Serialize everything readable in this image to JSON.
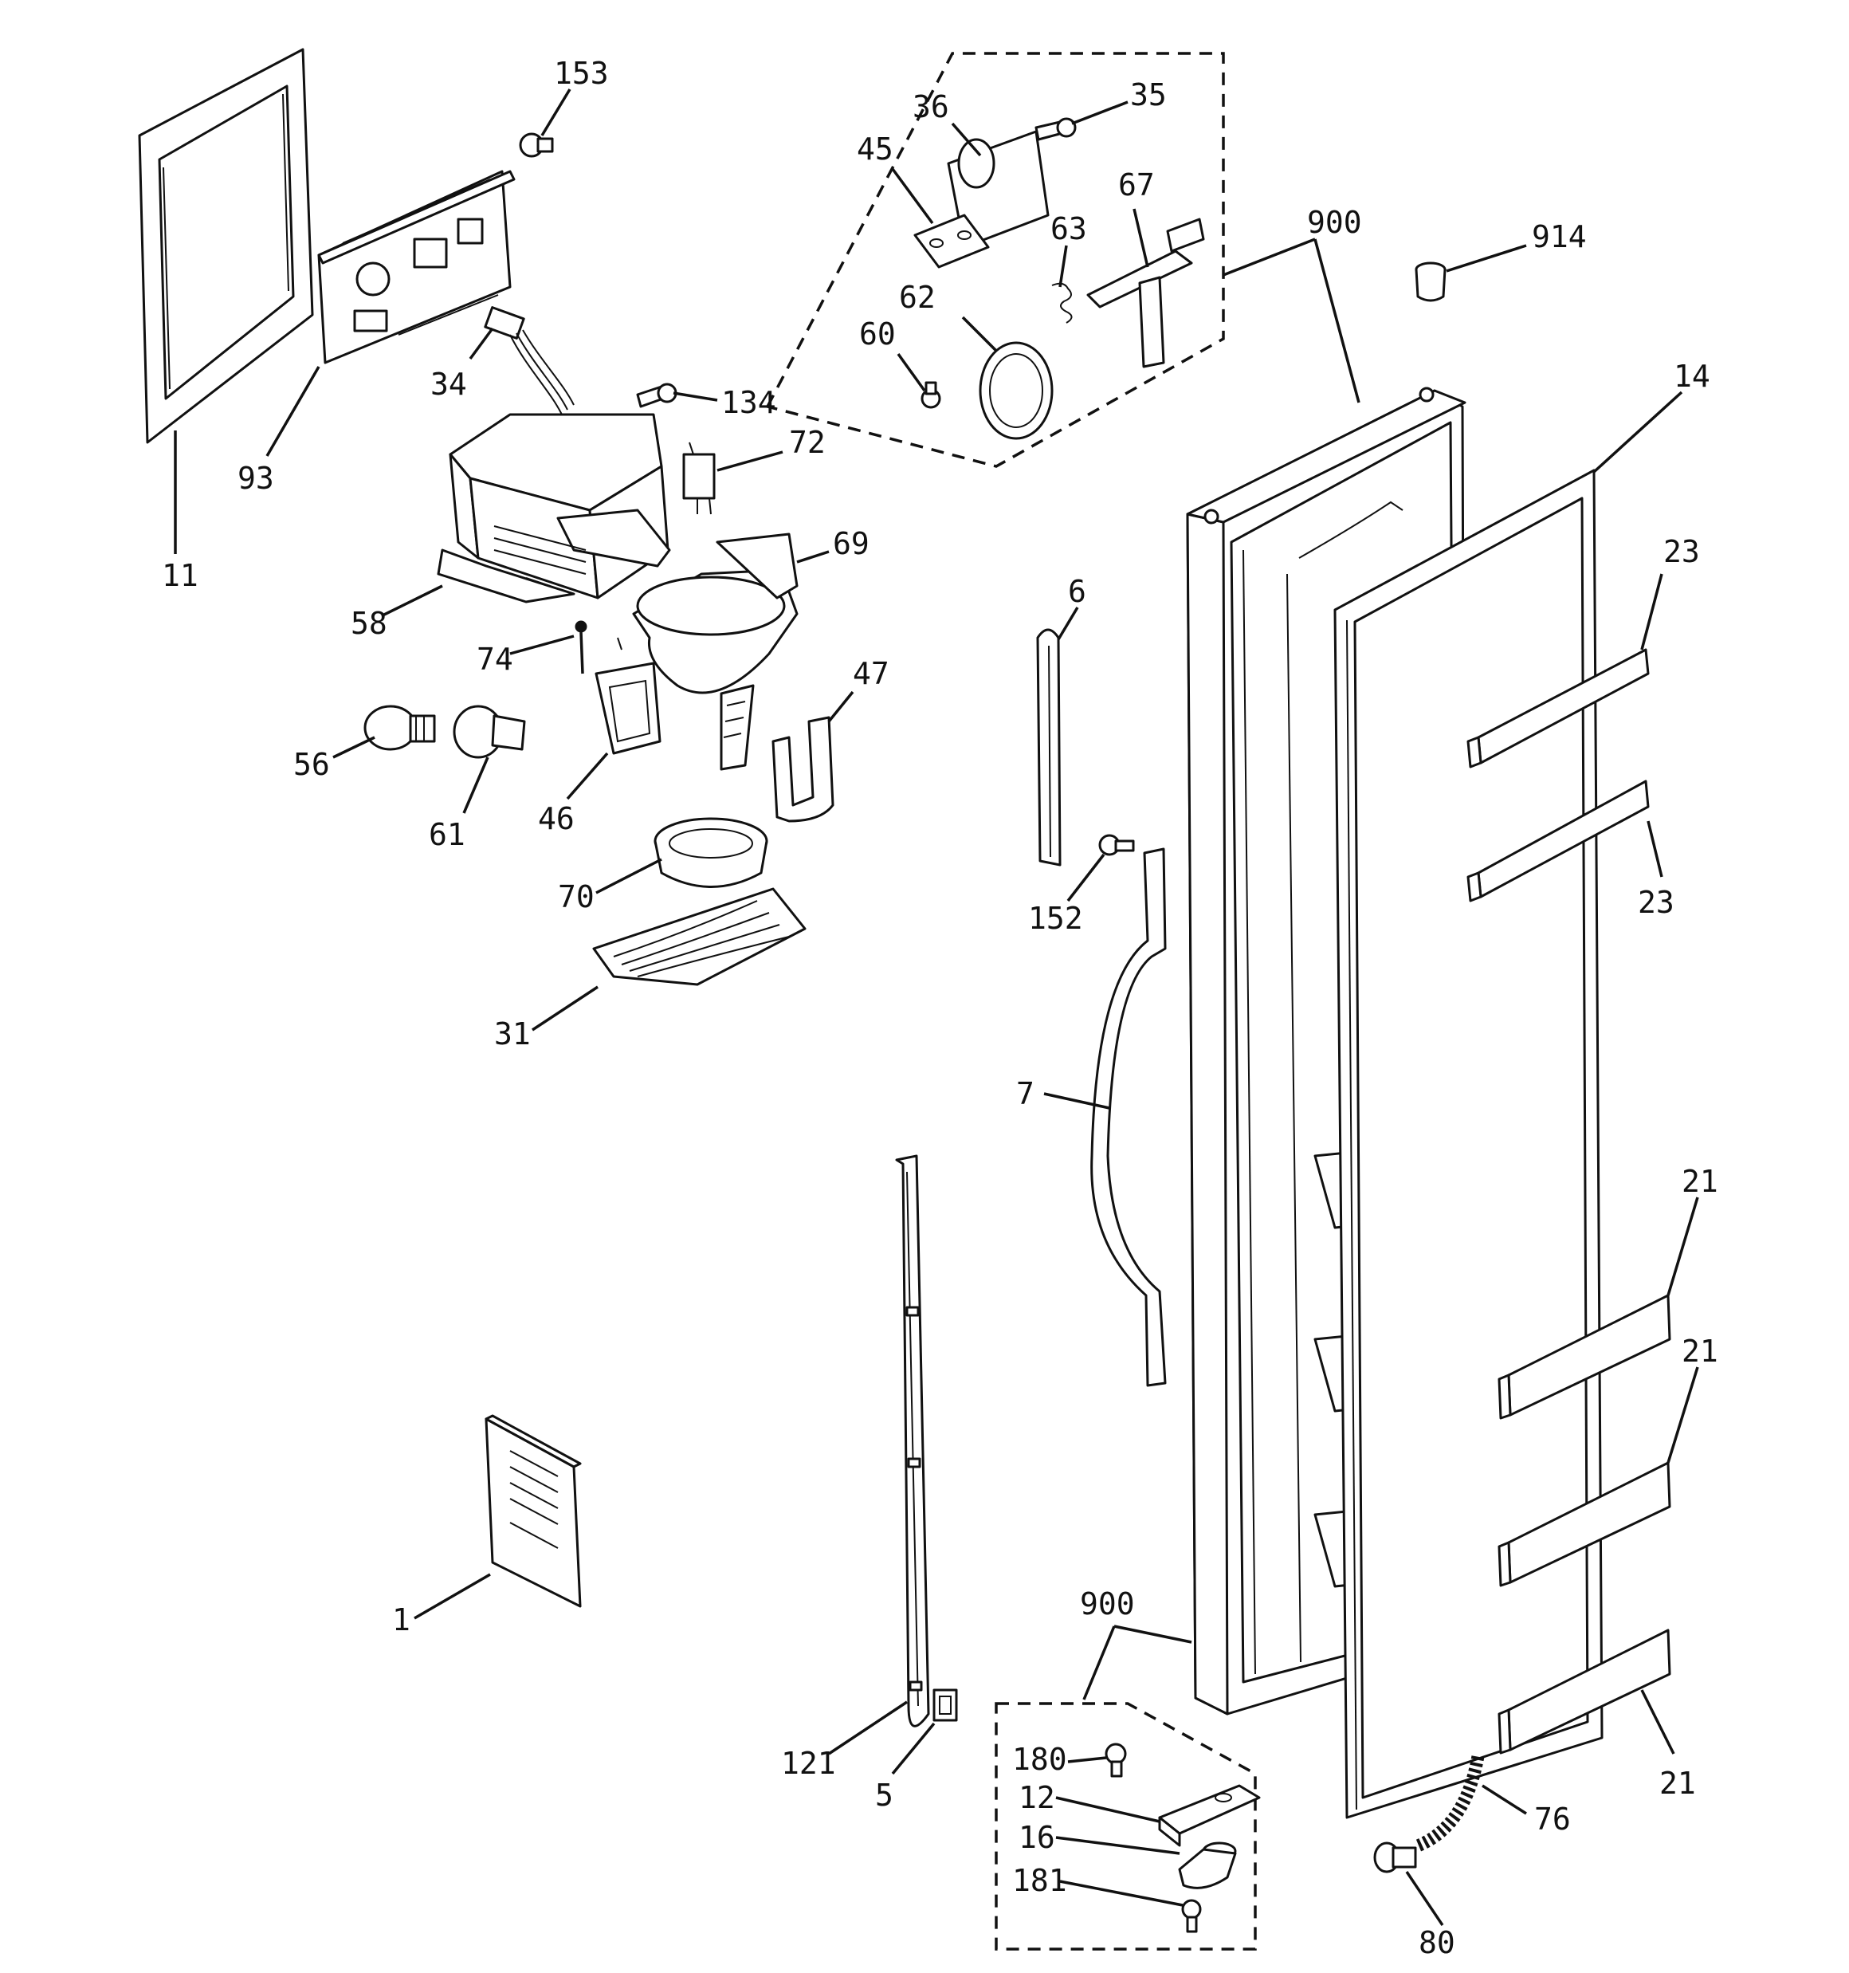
{
  "callouts": [
    "153",
    "36",
    "35",
    "45",
    "67",
    "63",
    "62",
    "60",
    "900",
    "914",
    "14",
    "11",
    "93",
    "34",
    "134",
    "72",
    "58",
    "69",
    "74",
    "56",
    "61",
    "46",
    "47",
    "70",
    "31",
    "6",
    "152",
    "7",
    "23",
    "21",
    "1",
    "121",
    "5",
    "180",
    "12",
    "16",
    "181",
    "76",
    "80"
  ],
  "extra_callouts": {
    "p23b": "23",
    "p21b": "21",
    "p21c": "21",
    "p900b": "900"
  }
}
